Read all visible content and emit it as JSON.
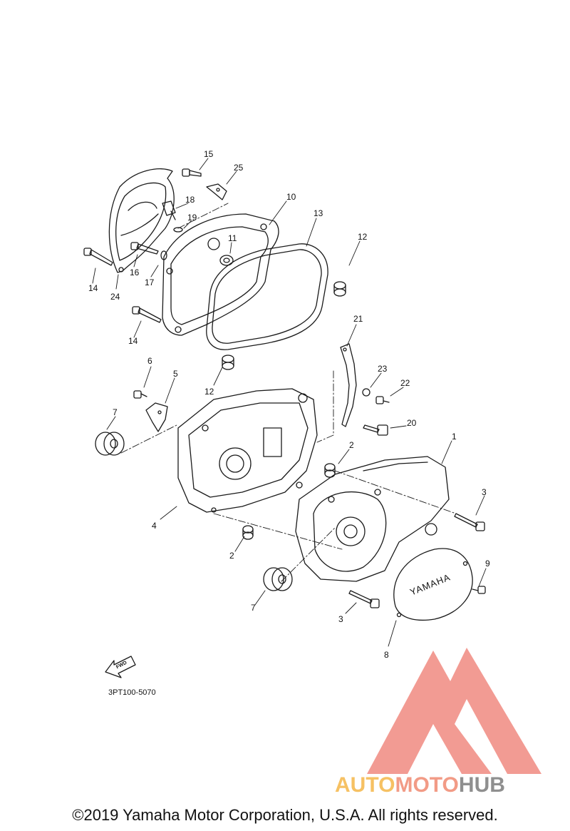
{
  "diagram": {
    "part_code": "3PT100-5070",
    "fwd_label": "FWD",
    "cover_brand": "YAMAHA",
    "callouts": {
      "c1": "1",
      "c2a": "2",
      "c2b": "2",
      "c3a": "3",
      "c3b": "3",
      "c4": "4",
      "c5": "5",
      "c6": "6",
      "c7a": "7",
      "c7b": "7",
      "c8": "8",
      "c9": "9",
      "c10": "10",
      "c11": "11",
      "c12a": "12",
      "c12b": "12",
      "c13": "13",
      "c14a": "14",
      "c14b": "14",
      "c15": "15",
      "c16": "16",
      "c17": "17",
      "c18": "18",
      "c19": "19",
      "c20": "20",
      "c21": "21",
      "c22": "22",
      "c23": "23",
      "c24": "24",
      "c25": "25"
    }
  },
  "watermark": {
    "part1": "AUTO",
    "part2": "MOTO",
    "part3": "HUB",
    "colors": {
      "auto": "#f6c163",
      "moto": "#f29b86",
      "hub": "#8f8f8f",
      "logo": "#f08a80"
    }
  },
  "copyright": "©2019 Yamaha Motor Corporation, U.S.A. All rights reserved."
}
